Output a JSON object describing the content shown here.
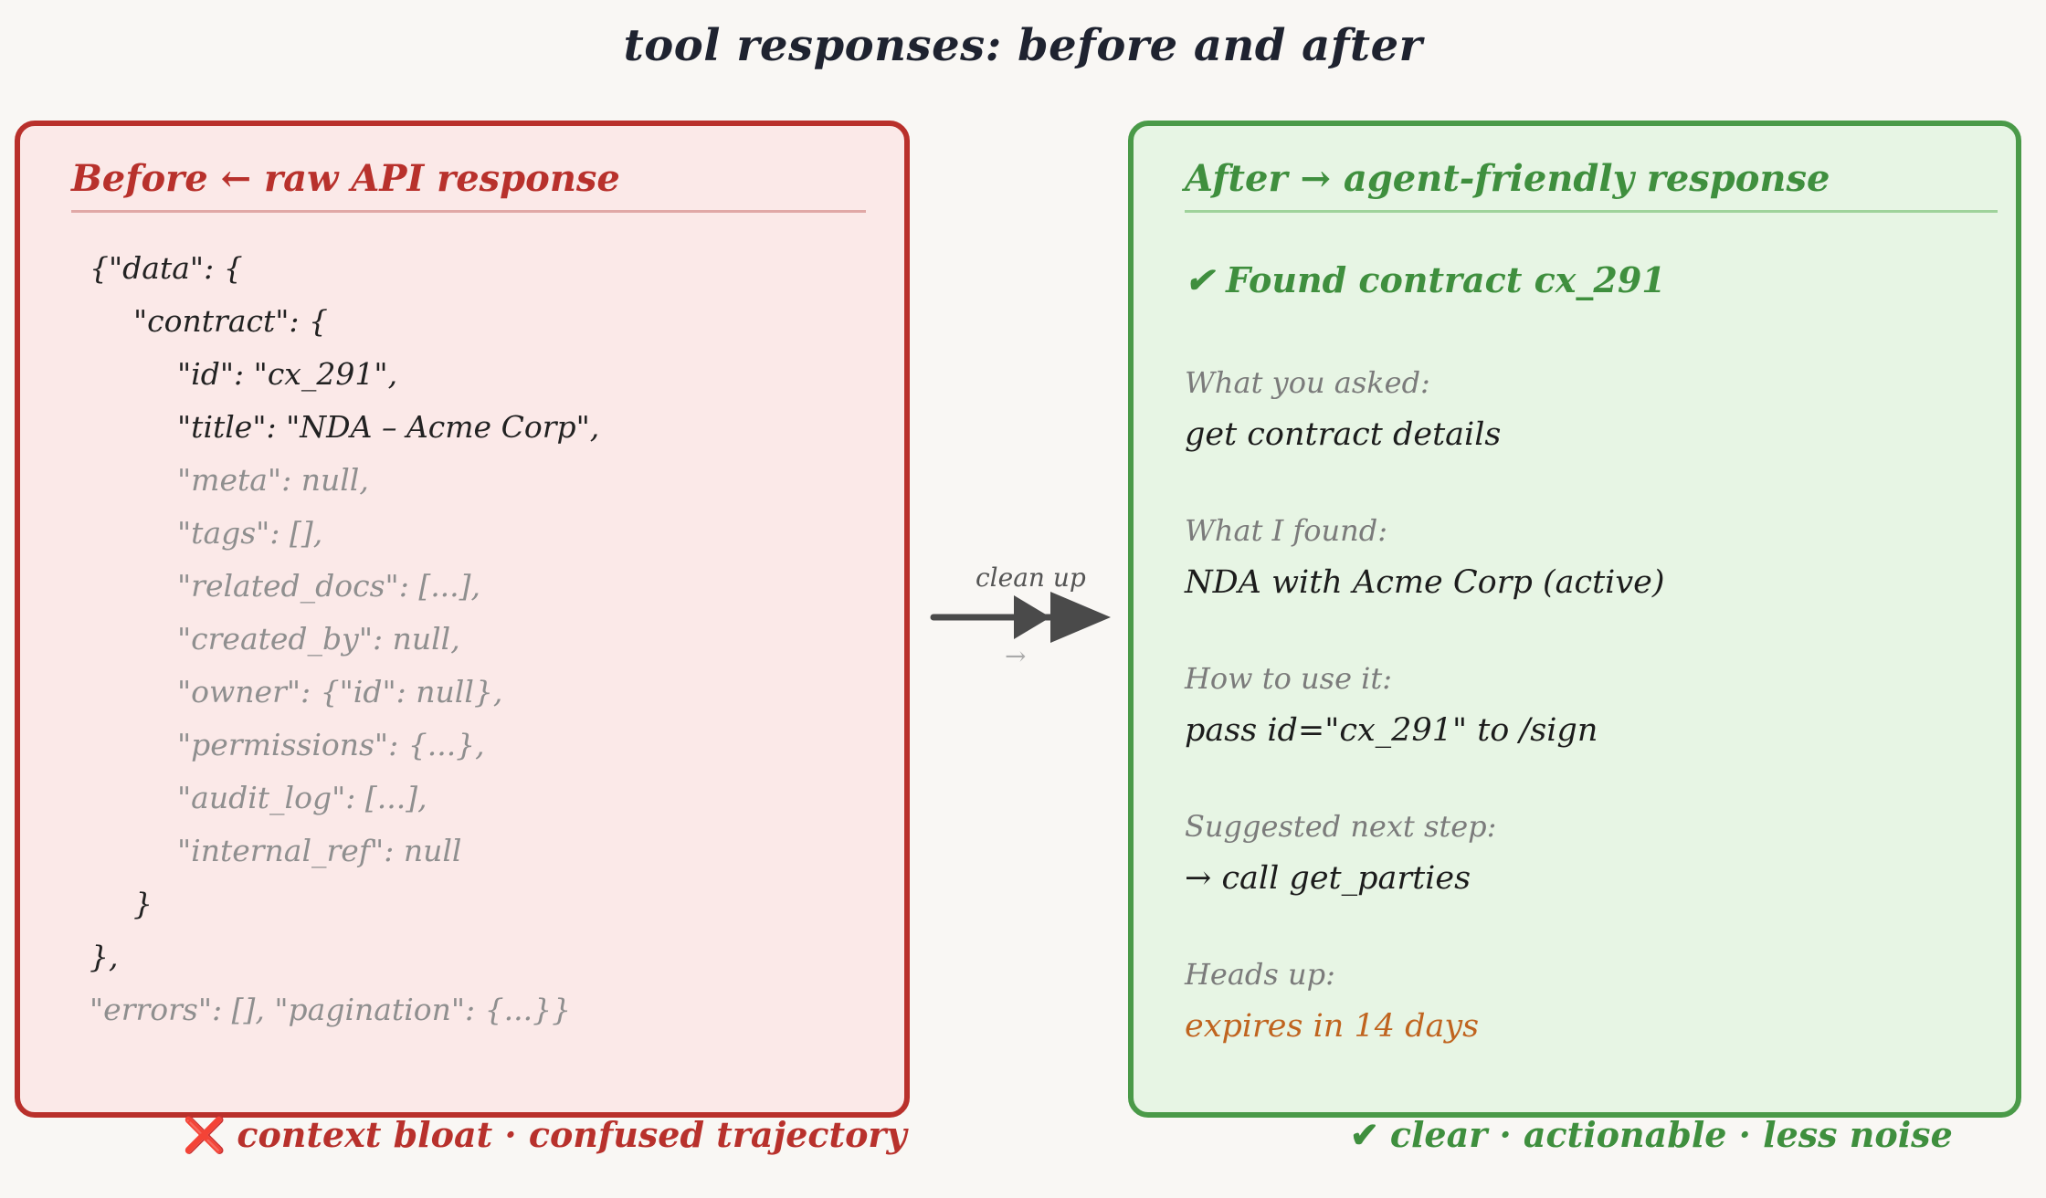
{
  "title": "tool responses: before and after",
  "before": {
    "heading": "Before ← raw API response",
    "code_lines": [
      {
        "text": "{\"data\": {",
        "indent": 0,
        "noise": false
      },
      {
        "text": "\"contract\": {",
        "indent": 1,
        "noise": false
      },
      {
        "text": "\"id\": \"cx_291\",",
        "indent": 2,
        "noise": false
      },
      {
        "text": "\"title\": \"NDA – Acme Corp\",",
        "indent": 2,
        "noise": false
      },
      {
        "text": "\"meta\": null,",
        "indent": 2,
        "noise": true
      },
      {
        "text": "\"tags\": [],",
        "indent": 2,
        "noise": true
      },
      {
        "text": "\"related_docs\": [...],",
        "indent": 2,
        "noise": true
      },
      {
        "text": "\"created_by\": null,",
        "indent": 2,
        "noise": true
      },
      {
        "text": "\"owner\": {\"id\": null},",
        "indent": 2,
        "noise": true
      },
      {
        "text": "\"permissions\": {...},",
        "indent": 2,
        "noise": true
      },
      {
        "text": "\"audit_log\": [...],",
        "indent": 2,
        "noise": true
      },
      {
        "text": "\"internal_ref\": null",
        "indent": 2,
        "noise": true
      },
      {
        "text": "}",
        "indent": 1,
        "noise": false
      },
      {
        "text": "},",
        "indent": 0,
        "noise": false
      },
      {
        "text": "\"errors\": [], \"pagination\": {...}}",
        "indent": 0,
        "noise": true
      }
    ],
    "footer_mark": "❌",
    "footer": "context bloat · confused trajectory"
  },
  "arrow": {
    "label": "clean up",
    "small": "→"
  },
  "after": {
    "heading": "After → agent-friendly response",
    "found": "✔ Found contract cx_291",
    "sections": [
      {
        "label": "What you asked:",
        "value": "get contract details",
        "warn": false
      },
      {
        "label": "What I found:",
        "value": "NDA with Acme Corp (active)",
        "warn": false
      },
      {
        "label": "How to use it:",
        "value": "pass id=\"cx_291\" to /sign",
        "warn": false
      },
      {
        "label": "Suggested next step:",
        "value": "→ call get_parties",
        "warn": false
      },
      {
        "label": "Heads up:",
        "value": "expires in 14 days",
        "warn": true
      }
    ],
    "footer_mark": "✔",
    "footer": "clear · actionable · less noise"
  },
  "colors": {
    "before_accent": "#b8312c",
    "after_accent": "#3f8f3e",
    "warning": "#c0641f"
  }
}
